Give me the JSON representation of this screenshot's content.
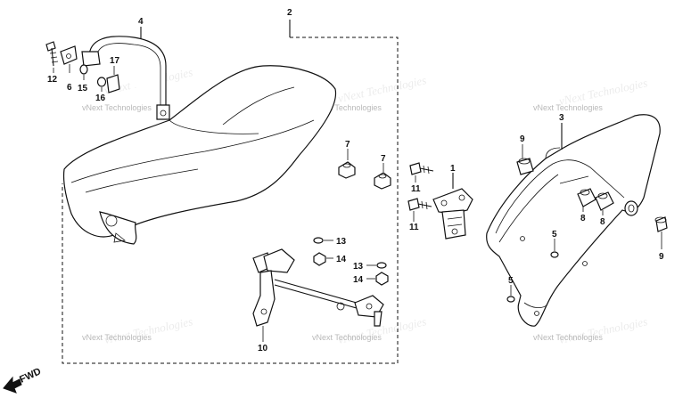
{
  "diagram": {
    "watermark": "vNext Technologies",
    "watermark_ghost": "vNext Technologies",
    "fwd_label": "FWD",
    "callouts": {
      "c1": "1",
      "c2": "2",
      "c3": "3",
      "c4": "4",
      "c5a": "5",
      "c5b": "5",
      "c6": "6",
      "c7a": "7",
      "c7b": "7",
      "c8a": "8",
      "c8b": "8",
      "c9a": "9",
      "c9b": "9",
      "c10": "10",
      "c11a": "11",
      "c11b": "11",
      "c12": "12",
      "c13a": "13",
      "c13b": "13",
      "c14a": "14",
      "c14b": "14",
      "c15": "15",
      "c16": "16",
      "c17": "17"
    }
  }
}
